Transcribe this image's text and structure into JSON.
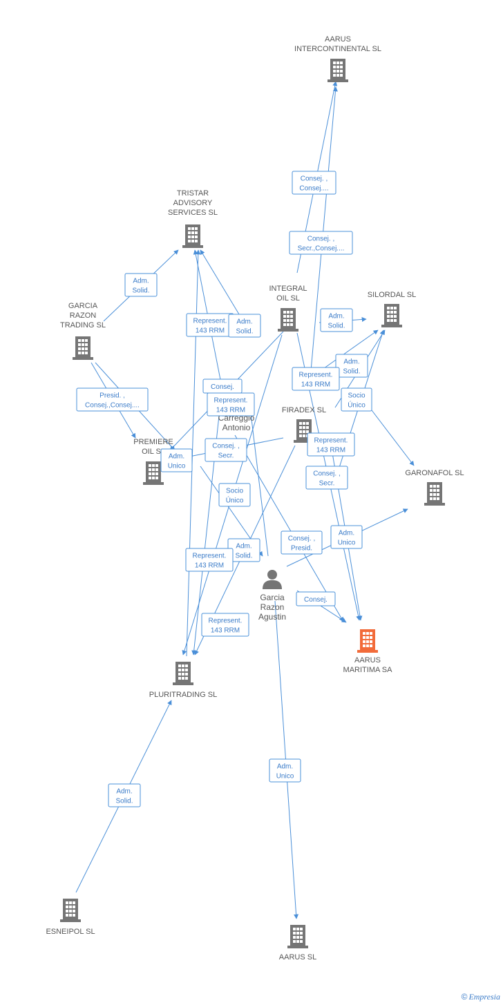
{
  "colors": {
    "edge": "#4a8fd8",
    "company": "#757575",
    "highlight": "#f26b3a",
    "person": "#757575"
  },
  "nodes": [
    {
      "id": "aarus_intercontinental",
      "type": "company",
      "lines": [
        "AARUS",
        "INTERCONTINENTAL SL"
      ]
    },
    {
      "id": "tristar",
      "type": "company",
      "lines": [
        "TRISTAR",
        "ADVISORY",
        "SERVICES  SL"
      ]
    },
    {
      "id": "garcia_razon_trading",
      "type": "company",
      "lines": [
        "GARCIA",
        "RAZON",
        "TRADING SL"
      ]
    },
    {
      "id": "integral_oil",
      "type": "company",
      "lines": [
        "INTEGRAL",
        "OIL SL"
      ]
    },
    {
      "id": "silordal",
      "type": "company",
      "lines": [
        "SILORDAL SL"
      ]
    },
    {
      "id": "firadex",
      "type": "company",
      "lines": [
        "FIRADEX SL"
      ]
    },
    {
      "id": "premiere_oil",
      "type": "company",
      "lines": [
        "PREMIERE",
        "OIL SL"
      ]
    },
    {
      "id": "garonafol",
      "type": "company",
      "lines": [
        "GARONAFOL SL"
      ]
    },
    {
      "id": "carreggio",
      "type": "person",
      "lines": [
        "Carreggio",
        "Antonio"
      ]
    },
    {
      "id": "garcia_agustin",
      "type": "person",
      "lines": [
        "Garcia",
        "Razon",
        "Agustin"
      ]
    },
    {
      "id": "aarus_maritima",
      "type": "company",
      "highlight": true,
      "lines": [
        "AARUS",
        "MARITIMA SA"
      ]
    },
    {
      "id": "pluritrading",
      "type": "company",
      "lines": [
        "PLURITRADING SL"
      ]
    },
    {
      "id": "esneipol",
      "type": "company",
      "lines": [
        "ESNEIPOL SL"
      ]
    },
    {
      "id": "aarus_sl",
      "type": "company",
      "lines": [
        "AARUS SL"
      ]
    }
  ],
  "edge_labels": [
    {
      "id": "l_consej_integral_aarus",
      "lines": [
        "Consej. ,",
        "Consej...."
      ]
    },
    {
      "id": "l_consej_secr_firadex_aarus",
      "lines": [
        "Consej. ,",
        "Secr.,Consej...."
      ]
    },
    {
      "id": "l_adm_solid_grt_tristar",
      "lines": [
        "Adm.",
        "Solid."
      ]
    },
    {
      "id": "l_repr_tristar_1",
      "lines": [
        "Represent.",
        "143 RRM"
      ]
    },
    {
      "id": "l_adm_solid_tristar_2",
      "lines": [
        "Adm.",
        "Solid."
      ]
    },
    {
      "id": "l_adm_solid_integral_silordal",
      "lines": [
        "Adm.",
        "Solid."
      ]
    },
    {
      "id": "l_adm_solid_firadex_silordal",
      "lines": [
        "Adm.",
        "Solid."
      ]
    },
    {
      "id": "l_repr_firadex_silordal",
      "lines": [
        "Represent.",
        "143 RRM"
      ]
    },
    {
      "id": "l_consej_carreggio",
      "lines": [
        "Consej."
      ]
    },
    {
      "id": "l_repr_tristar_3",
      "lines": [
        "Represent.",
        "143 RRM"
      ]
    },
    {
      "id": "l_socio_unico_garonafol",
      "lines": [
        "Socio",
        "Único"
      ]
    },
    {
      "id": "l_presid_consej_premiere",
      "lines": [
        "Presid. ,",
        "Consej.,Consej...."
      ]
    },
    {
      "id": "l_consej_secr_premiere",
      "lines": [
        "Consej. ,",
        "Secr."
      ]
    },
    {
      "id": "l_adm_unico_premiere",
      "lines": [
        "Adm.",
        "Unico"
      ]
    },
    {
      "id": "l_repr_maritima",
      "lines": [
        "Represent.",
        "143 RRM"
      ]
    },
    {
      "id": "l_consej_secr_maritima",
      "lines": [
        "Consej. ,",
        "Secr."
      ]
    },
    {
      "id": "l_socio_unico_plur",
      "lines": [
        "Socio",
        "Único"
      ]
    },
    {
      "id": "l_adm_solid_plur",
      "lines": [
        "Adm.",
        "Solid."
      ]
    },
    {
      "id": "l_repr_plur_1",
      "lines": [
        "Represent.",
        "143 RRM"
      ]
    },
    {
      "id": "l_consej_presid",
      "lines": [
        "Consej. ,",
        "Presid."
      ]
    },
    {
      "id": "l_adm_unico_garonafol",
      "lines": [
        "Adm.",
        "Unico"
      ]
    },
    {
      "id": "l_consej_maritima",
      "lines": [
        "Consej."
      ]
    },
    {
      "id": "l_repr_plur_2",
      "lines": [
        "Represent.",
        "143 RRM"
      ]
    },
    {
      "id": "l_adm_unico_aarus_sl",
      "lines": [
        "Adm.",
        "Unico"
      ]
    },
    {
      "id": "l_adm_solid_esneipol",
      "lines": [
        "Adm.",
        "Solid."
      ]
    }
  ],
  "brand": {
    "copyright": "©",
    "name": "Empresia"
  }
}
